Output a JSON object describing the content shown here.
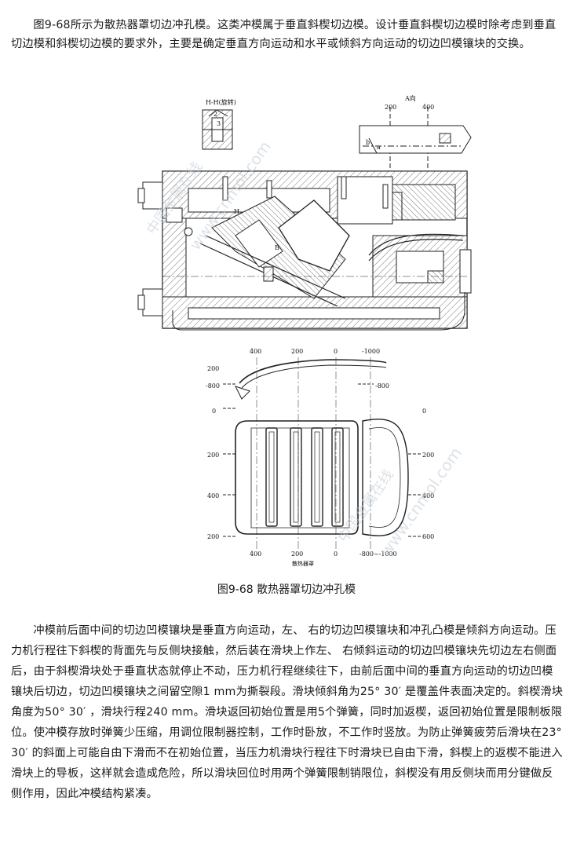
{
  "paragraphs": {
    "intro": "图9-68所示为散热器罩切边冲孔模。这类冲模属于垂直斜楔切边模。设计垂直斜楔切边模时除考虑到垂直切边模和斜楔切边模的要求外，主要是确定垂直方向运动和水平或倾斜方向运动的切边凹模镶块的交换。",
    "body": "冲模前后面中间的切边凹模镶块是垂直方向运动，左、 右的切边凹模镶块和冲孔凸模是倾斜方向运动。压力机行程往下斜楔的背面先与反侧块接触，然后装在滑块上作左、 右倾斜运动的切边凹模镶块先切边左右侧面后，由于斜楔滑块处于垂直状态就停止不动，压力机行程继续往下，由前后面中间的垂直方向运动的切边凹模镶块后切边，切边凹模镶块之间留空隙1 mm为撕裂段。滑块倾斜角为25° 30′ 是覆盖件表面决定的。斜楔滑块角度为50° 30′ ，滑块行程240 mm。滑块返回初始位置是用5个弹簧，同时加返楔，返回初始位置是限制板限位。使冲模存放时弹簧少压缩，用调位限制器控制，工作时卧放，不工作时竖放。为防止弹簧疲劳后滑块在23° 30′ 的斜面上可能自由下滑而不在初始位置，当压力机滑块行程往下时滑块已自由下滑，斜楔上的返楔不能进入滑块上的导板，这样就会造成危险，所以滑块回位时用两个弹簧限制销限位，斜楔没有用反侧块而用分键做反侧作用，因此冲模结构紧凑。"
  },
  "figure": {
    "caption": "图9-68 散热器罩切边冲孔模",
    "section_label": "H-H(旋转)",
    "view_label": "A向",
    "labels": {
      "n2": "2",
      "n3": "3",
      "H": "H",
      "B": "B",
      "a": "a",
      "b": "b"
    },
    "top_view_dims": [
      "200",
      "400"
    ],
    "plan_top_ticks": [
      "400",
      "200",
      "0",
      "-1000"
    ],
    "plan_left_ticks": [
      "200",
      "-800",
      "0",
      "200",
      "400",
      "200"
    ],
    "plan_right_ticks": [
      "-800",
      "0",
      "200",
      "400",
      "600"
    ],
    "plan_bottom_ticks": [
      "400",
      "200",
      "0",
      "-800~-1000"
    ],
    "part_name": "散热器罩",
    "watermark_cn": "中国金属在线",
    "watermark_url": "www.cnmol.com"
  }
}
